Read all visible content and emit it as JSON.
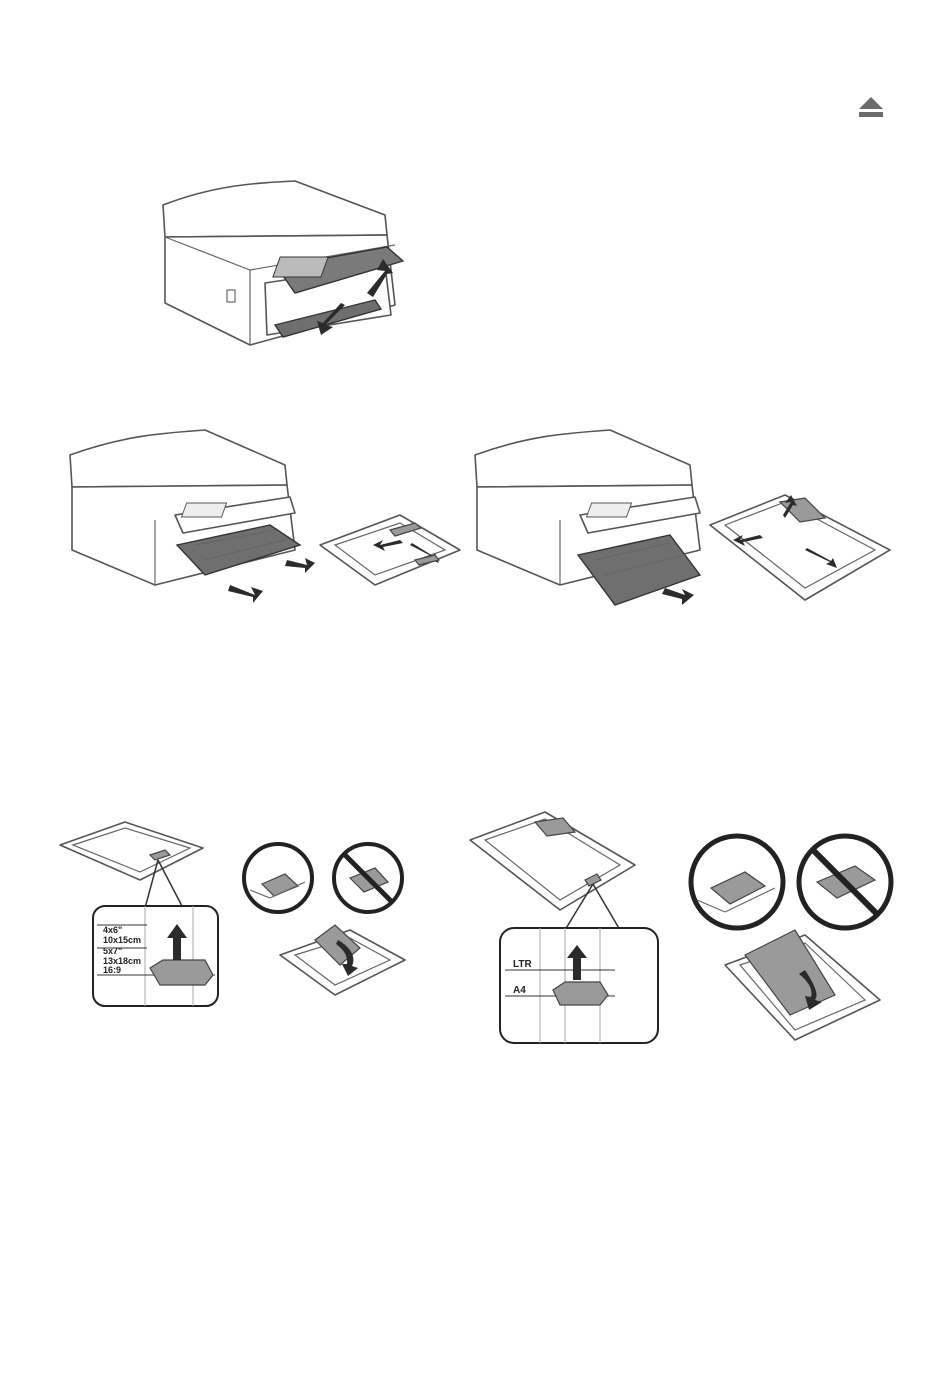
{
  "icons": {
    "eject": "eject-icon"
  },
  "labels": {
    "small_tray": {
      "size_1": "4x6\"",
      "size_1_metric": "10x15cm",
      "size_2": "5x7\"",
      "size_2_metric": "13x18cm",
      "size_3": "16:9"
    },
    "large_tray": {
      "size_1": "LTR",
      "size_2": "A4"
    }
  }
}
